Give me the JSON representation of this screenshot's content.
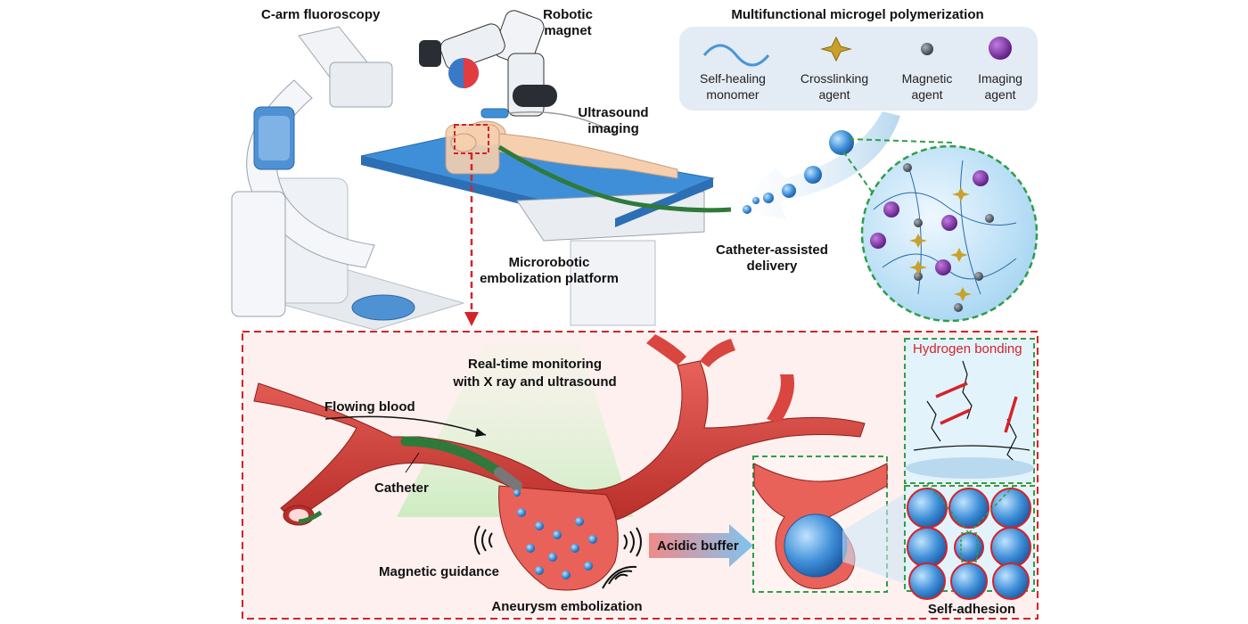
{
  "top": {
    "carm_label": "C-arm fluoroscopy",
    "robotic_magnet_line1": "Robotic",
    "robotic_magnet_line2": "magnet",
    "ultrasound_line1": "Ultrasound",
    "ultrasound_line2": "imaging",
    "platform_line1": "Microrobotic",
    "platform_line2": "embolization platform",
    "delivery_line1": "Catheter-assisted",
    "delivery_line2": "delivery",
    "microgel_title": "Multifunctional microgel polymerization"
  },
  "legend": [
    {
      "line1": "Self-healing",
      "line2": "monomer",
      "icon": "wave-icon"
    },
    {
      "line1": "Crosslinking",
      "line2": "agent",
      "icon": "star-icon"
    },
    {
      "line1": "Magnetic",
      "line2": "agent",
      "icon": "dark-sphere-icon"
    },
    {
      "line1": "Imaging",
      "line2": "agent",
      "icon": "purple-sphere-icon"
    }
  ],
  "bottom": {
    "monitoring_line1": "Real-time monitoring",
    "monitoring_line2": "with X ray and ultrasound",
    "flowing_blood": "Flowing blood",
    "catheter": "Catheter",
    "magnetic_guidance": "Magnetic guidance",
    "aneurysm_embolization": "Aneurysm embolization",
    "acidic_buffer": "Acidic buffer",
    "hydrogen_bonding": "Hydrogen bonding",
    "self_adhesion": "Self-adhesion"
  },
  "colors": {
    "vessel": "#d9453f",
    "frame_red": "#d4232a",
    "frame_green": "#2e9e4a",
    "microgel_blue": "#3f8fd8",
    "magnetic_dark": "#555c66",
    "imaging_purple": "#7a2fa0",
    "crosslinker_gold": "#c9a02a"
  }
}
